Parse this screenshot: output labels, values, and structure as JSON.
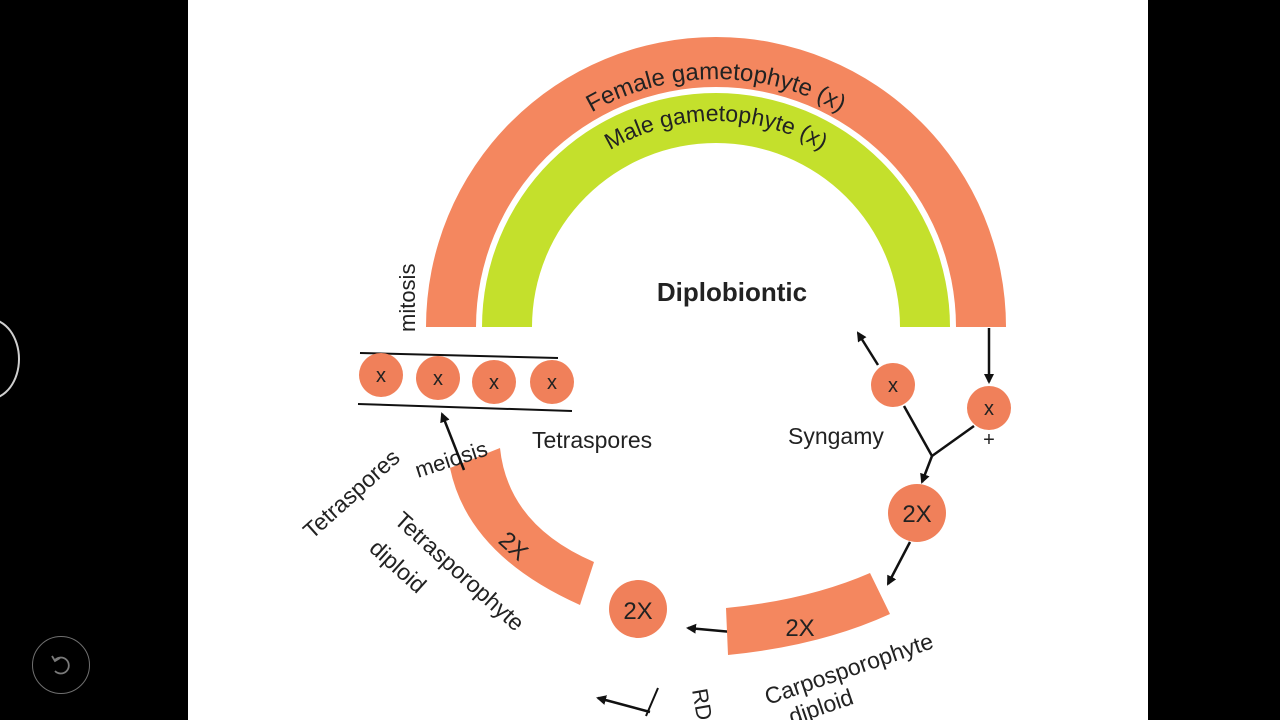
{
  "diagram": {
    "title": "Diplobiontic",
    "female_gametophyte": "Female gametophyte (x)",
    "male_gametophyte": "Male gametophyte (x)",
    "mitosis": "mitosis",
    "meiosis": "meiosis",
    "syngamy": "Syngamy",
    "tetraspores_right": "Tetraspores",
    "tetraspores_left": "Tetraspores",
    "tetrasporophyte_line1": "Tetrasporophyte",
    "tetrasporophyte_line2": "diploid",
    "carposporophyte_line1": "Carposporophyte",
    "carposporophyte_line2": "diploid",
    "haploid_cell": "x",
    "diploid_cell": "2X",
    "plus_sign": "+",
    "bottom_partial": "RD",
    "colors": {
      "band_orange": "#f4875f",
      "band_green": "#c4e02c",
      "cell_orange": "#f0805a",
      "background": "#ffffff"
    }
  }
}
